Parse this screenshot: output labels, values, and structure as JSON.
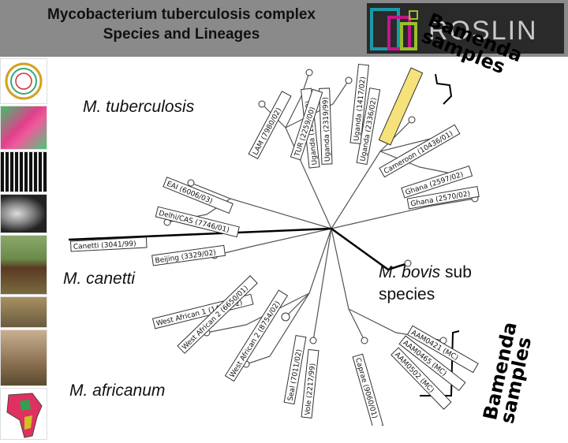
{
  "header": {
    "title_line1": "Mycobacterium tuberculosis complex",
    "title_line2": "Species and Lineages",
    "logo_text": "ROSLIN"
  },
  "labels": {
    "tuberculosis": "M. tuberculosis",
    "canetti": "M. canetti",
    "bovis_prefix": "M. bovis",
    "bovis_suffix": "sub",
    "bovis_line2": "species",
    "africanum": "M. africanum",
    "bamenda_top_line1": "Bamenda",
    "bamenda_top_line2": "samples",
    "bamenda_bottom_line1": "Bamenda",
    "bamenda_bottom_line2": "samples"
  },
  "tree_tags": [
    "Canetti (3041/99)",
    "Beijing (3329/02)",
    "Delhi/CAS (7746/01)",
    "EAI (6006/03)",
    "Ghana (2570/02)",
    "Ghana (2597/02)",
    "Cameroon (10436/01)",
    "Uganda (2336/02)",
    "Uganda (2319/99)",
    "Uganda (1521/99)",
    "Uganda (1417/02)",
    "LAM (7980/02)",
    "TUR (2259/00)",
    "West African 1 (1410/02)",
    "West African 2 (6650/01)",
    "West African 2 (8754/02)",
    "Seal (7011/02)",
    "Vole (2217/99)",
    "Caprae (9060/01)",
    "AAM0421 (MC)",
    "AAM0465 (MC)",
    "AAM0502 (MC)"
  ],
  "colors": {
    "header_bg": "#8a8a8a",
    "logo_teal": "#1a9aa8",
    "logo_magenta": "#c2168a",
    "logo_lime": "#9bbf2b",
    "highlight_tag": "#f5e27a"
  }
}
